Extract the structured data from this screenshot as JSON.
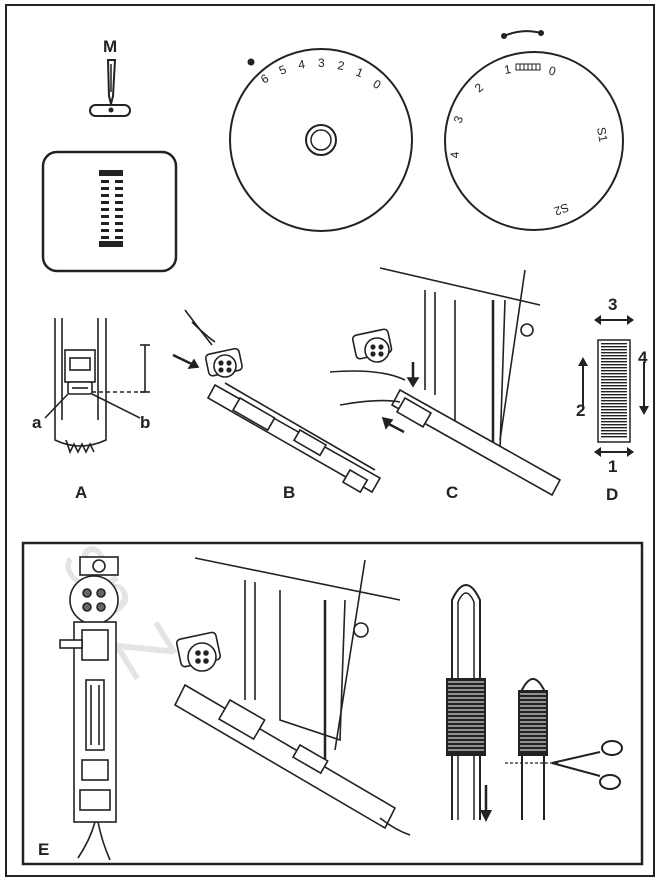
{
  "needle_position": {
    "label": "M"
  },
  "left_dial": {
    "numbers": [
      "6",
      "5",
      "4",
      "3",
      "2",
      "1",
      "0"
    ]
  },
  "right_dial": {
    "numbers": [
      "1",
      "0",
      "2",
      "3",
      "4",
      "S1",
      "S2"
    ]
  },
  "figure_labels": {
    "a": "A",
    "b": "B",
    "c": "C",
    "d": "D",
    "e": "E"
  },
  "part_labels": {
    "a": "a",
    "b": "b"
  },
  "stitch_steps": {
    "top": "3",
    "right": "4",
    "left": "2",
    "bottom": "1"
  },
  "watermark": "sp Z"
}
